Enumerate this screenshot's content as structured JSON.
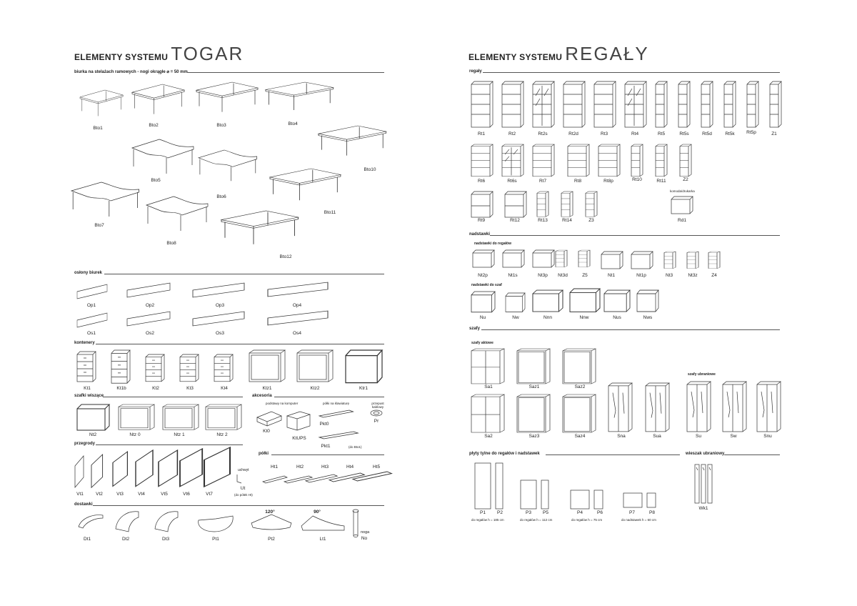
{
  "left": {
    "title_small": "ELEMENTY SYSTEMU",
    "title_big": "TOGAR",
    "section_desks": "biurka na stelażach ramowych - nogi okrągłe ⌀ = 50 mm",
    "desks": [
      "Bto1",
      "Bto2",
      "Bto3",
      "Bto4",
      "Bto5",
      "Bto6",
      "Bto10",
      "Bto7",
      "Bto8",
      "Bto11",
      "Bto12"
    ],
    "section_covers": "osłony biurek",
    "covers_top": [
      "Op1",
      "Op2",
      "Op3",
      "Op4"
    ],
    "covers_bottom": [
      "Os1",
      "Os2",
      "Os3",
      "Os4"
    ],
    "section_containers": "kontenery",
    "containers": [
      "Kt1",
      "Kt1b",
      "Kt2",
      "Kt3",
      "Kt4",
      "Ktz1",
      "Ktz2",
      "Ktr1"
    ],
    "section_hanging": "szafki wiszące",
    "hanging": [
      "Nt2",
      "Ntz 0",
      "Ntz 1",
      "Ntz 2"
    ],
    "section_accessories": "akcesoria",
    "accessories_notes": [
      "podstawy na komputer",
      "półki na klawiaturę",
      "przepust kablowy"
    ],
    "accessories": [
      "Kt0",
      "KtUPS",
      "Pkt0",
      "Pkt1",
      "Pr"
    ],
    "accessories_small": "(do Bto1)",
    "section_partitions": "przegrody",
    "partitions": [
      "Vt1",
      "Vt2",
      "Vt3",
      "Vt4",
      "Vt5",
      "Vt6",
      "Vt7"
    ],
    "holder_label": "uchwyt",
    "holder_code": "Ut",
    "holder_note": "(do półek Ht)",
    "section_shelves": "półki",
    "shelves": [
      "Ht1",
      "Ht2",
      "Ht3",
      "Ht4",
      "Ht5"
    ],
    "section_extensions": "dostawki",
    "extensions": [
      "Dt1",
      "Dt2",
      "Dt3",
      "Pt1",
      "Pt2",
      "Lt1"
    ],
    "angle_120": "120°",
    "angle_90": "90°",
    "leg_label": "noga",
    "leg_code": "No"
  },
  "right": {
    "title_small": "ELEMENTY SYSTEMU",
    "title_big": "REGAŁY",
    "section_shelving": "regały",
    "shelving_row1": [
      "Rt1",
      "Rt2",
      "Rt2s",
      "Rt2d",
      "Rt3",
      "Rt4",
      "Rt5",
      "Rt5s",
      "Rt5d",
      "Rt5k",
      "Rt5p",
      "Z1"
    ],
    "shelving_row2": [
      "Rt6",
      "Rt6s",
      "Rt7",
      "Rt8",
      "Rt8p",
      "Rt10",
      "Rt11",
      "Z2"
    ],
    "shelving_row3": [
      "Rt9",
      "Rt12",
      "Rt13",
      "Rt14",
      "Z3"
    ],
    "printer_label": "komoda/drukarka",
    "printer_code": "Rd1",
    "section_tops": "nadstawki",
    "subsection_tops_shelf": "nadstawki do regałów",
    "tops_shelf": [
      "Nt2p",
      "Nt1s",
      "Nt3p",
      "Nt3d",
      "Z5",
      "Nt1",
      "Nt1p",
      "Nt3",
      "Nt3z",
      "Z4"
    ],
    "subsection_tops_cabinet": "nadstawki do szaf",
    "tops_cabinet": [
      "Nu",
      "Nw",
      "Nnn",
      "Nnw",
      "Nus",
      "Nws"
    ],
    "section_cabinets": "szafy",
    "subsection_file_cabinets": "szafy aktowe",
    "file_cabinets": [
      "Sa1",
      "Saz1",
      "Saz2",
      "Sa2",
      "Saz3",
      "Saz4",
      "Sna",
      "Sua"
    ],
    "subsection_wardrobes": "szafy ubraniowe",
    "wardrobes": [
      "Su",
      "Sw",
      "Snu"
    ],
    "section_back_panels": "płyty tylne do regałów i nadstawek",
    "back_panels": [
      "P1",
      "P2",
      "P3",
      "P5",
      "P4",
      "P6",
      "P7",
      "P8"
    ],
    "back_panel_notes": [
      "do regałów h = 185 cm",
      "do regałów h = 112 cm",
      "do regałów h = 75 cm",
      "do nadstawek h = 60 cm"
    ],
    "section_hanger": "wieszak ubraniowy",
    "hanger_code": "Wk1"
  }
}
